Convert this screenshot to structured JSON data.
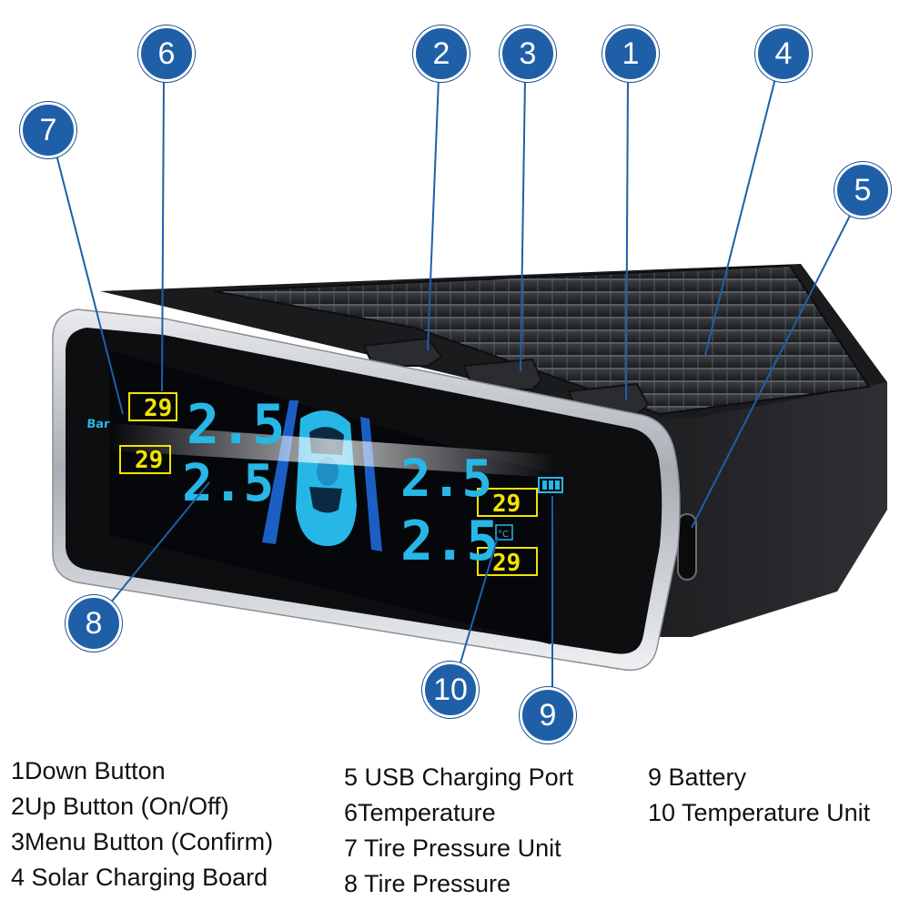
{
  "colors": {
    "callout_fill": "#1f5fa8",
    "lcd_background": "#05070b",
    "lcd_cyan": "#27b7e6",
    "lcd_yellow": "#f2e400",
    "housing_black": "#121212",
    "bezel_silver": "#c9ccd1"
  },
  "callouts": [
    "1",
    "2",
    "3",
    "4",
    "5",
    "6",
    "7",
    "8",
    "9",
    "10"
  ],
  "display": {
    "unit": "Bar",
    "pressures": [
      "2.5",
      "2.5",
      "2.5",
      "2.5"
    ],
    "temperatures": [
      "29",
      "29",
      "29",
      "29"
    ],
    "temp_unit": "°C"
  },
  "legend": {
    "col1": [
      "1Down Button",
      "2Up Button (On/Off)",
      "3Menu Button (Confirm)",
      "4 Solar Charging Board"
    ],
    "col2": [
      "5 USB Charging Port",
      "6Temperature",
      "7 Tire Pressure Unit",
      "8 Tire Pressure"
    ],
    "col3": [
      "9 Battery",
      "10 Temperature Unit"
    ]
  }
}
